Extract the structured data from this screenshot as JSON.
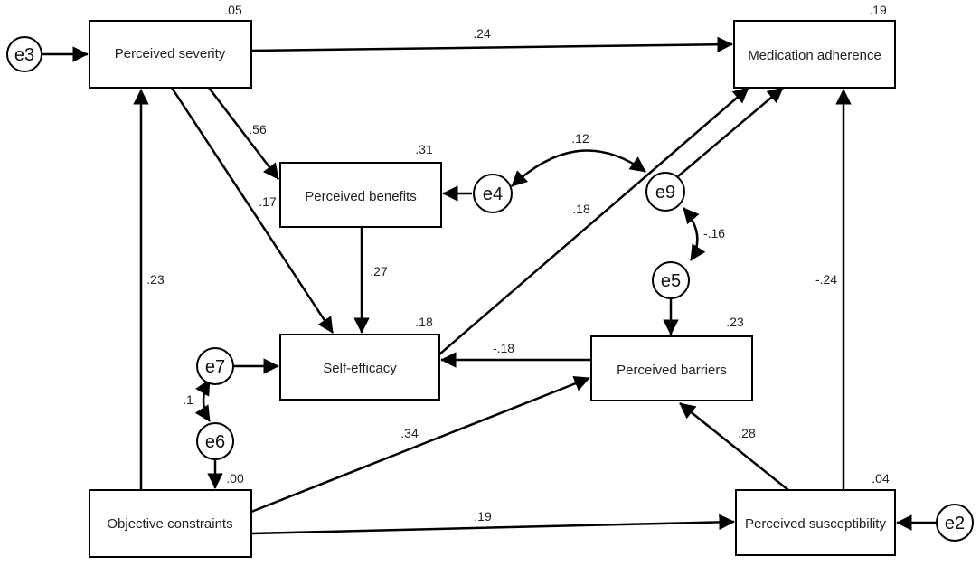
{
  "nodes": {
    "perceived_severity": {
      "label": "Perceived severity",
      "r2": ".05"
    },
    "medication_adherence": {
      "label": "Medication adherence",
      "r2": ".19"
    },
    "perceived_benefits": {
      "label": "Perceived benefits",
      "r2": ".31"
    },
    "self_efficacy": {
      "label": "Self-efficacy",
      "r2": ".18"
    },
    "perceived_barriers": {
      "label": "Perceived barriers",
      "r2": ".23"
    },
    "objective_constraints": {
      "label": "Objective constraints",
      "r2": ".00"
    },
    "perceived_susceptibility": {
      "label": "Perceived susceptibility",
      "r2": ".04"
    }
  },
  "errors": {
    "e2": "e2",
    "e3": "e3",
    "e4": "e4",
    "e5": "e5",
    "e6": "e6",
    "e7": "e7",
    "e9": "e9"
  },
  "paths": {
    "severity_to_adherence": ".24",
    "severity_to_benefits": ".56",
    "severity_to_self_efficacy": ".17",
    "benefits_to_self_efficacy": ".27",
    "self_efficacy_to_adherence": ".18",
    "barriers_to_self_efficacy": "-.18",
    "constraints_to_severity": ".23",
    "constraints_to_barriers": ".34",
    "constraints_to_susceptibility": ".19",
    "susceptibility_to_barriers": ".28",
    "susceptibility_to_adherence": "-.24",
    "cov_e4_e9": ".12",
    "cov_e9_e5": "-.16",
    "cov_e7_e6": ".1"
  }
}
